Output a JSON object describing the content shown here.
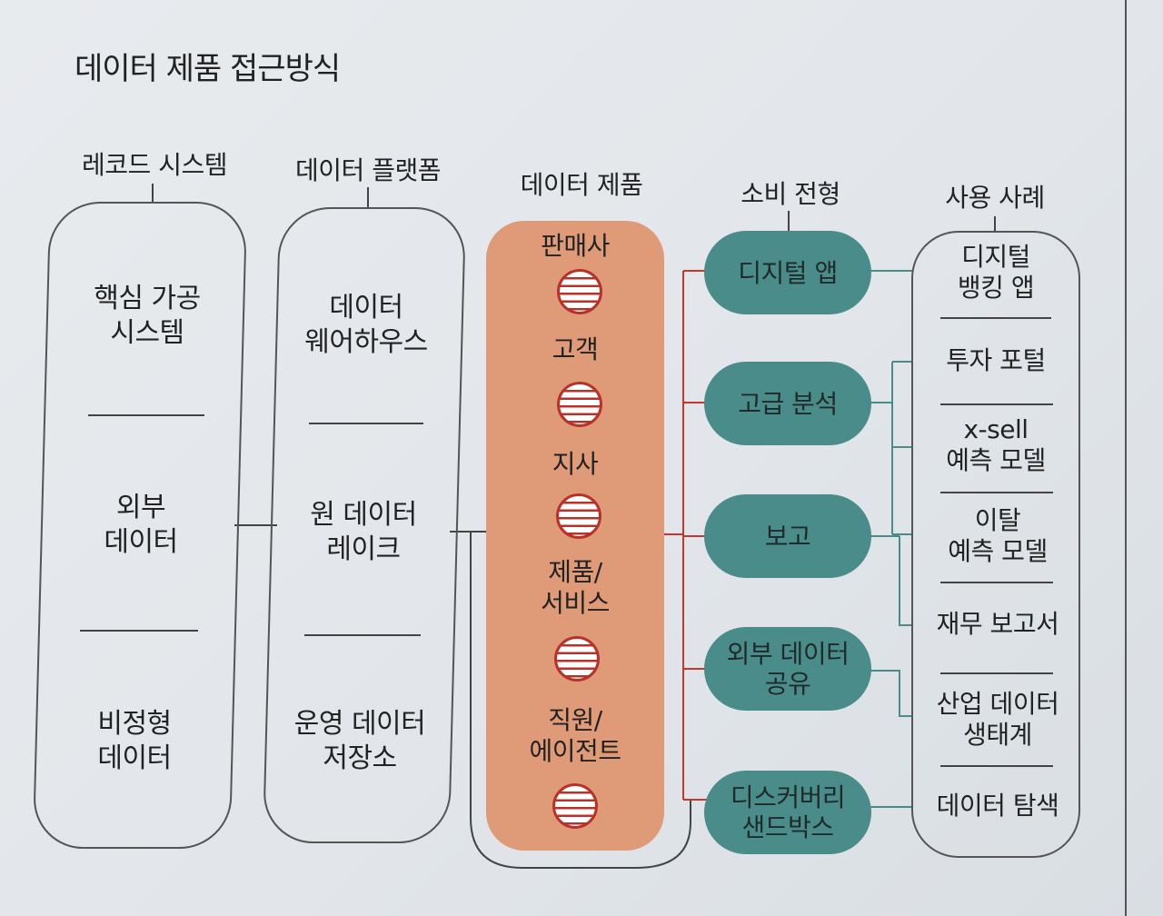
{
  "title": "데이터 제품 접근방식",
  "colors": {
    "orange": "#df9a78",
    "teal": "#4a8c89",
    "red_line": "#c0392b",
    "teal_line": "#4a8c89",
    "outline": "#555555"
  },
  "columns": {
    "records": {
      "header": "레코드 시스템",
      "items": [
        "핵심 가공\n시스템",
        "외부\n데이터",
        "비정형\n데이터"
      ]
    },
    "platform": {
      "header": "데이터 플랫폼",
      "items": [
        "데이터\n웨어하우스",
        "원 데이터\n레이크",
        "운영 데이터\n저장소"
      ]
    },
    "products": {
      "header": "데이터 제품",
      "items": [
        "판매사",
        "고객",
        "지사",
        "제품/\n서비스",
        "직원/\n에이전트"
      ],
      "icon": "striped-globe-icon"
    },
    "consumption": {
      "header": "소비 전형",
      "items": [
        "디지털 앱",
        "고급 분석",
        "보고",
        "외부 데이터\n공유",
        "디스커버리\n샌드박스"
      ]
    },
    "use_cases": {
      "header": "사용 사례",
      "items": [
        "디지털\n뱅킹 앱",
        "투자 포털",
        "x-sell\n예측 모델",
        "이탈\n예측 모델",
        "재무 보고서",
        "산업 데이터\n생태계",
        "데이터 탐색"
      ]
    }
  }
}
